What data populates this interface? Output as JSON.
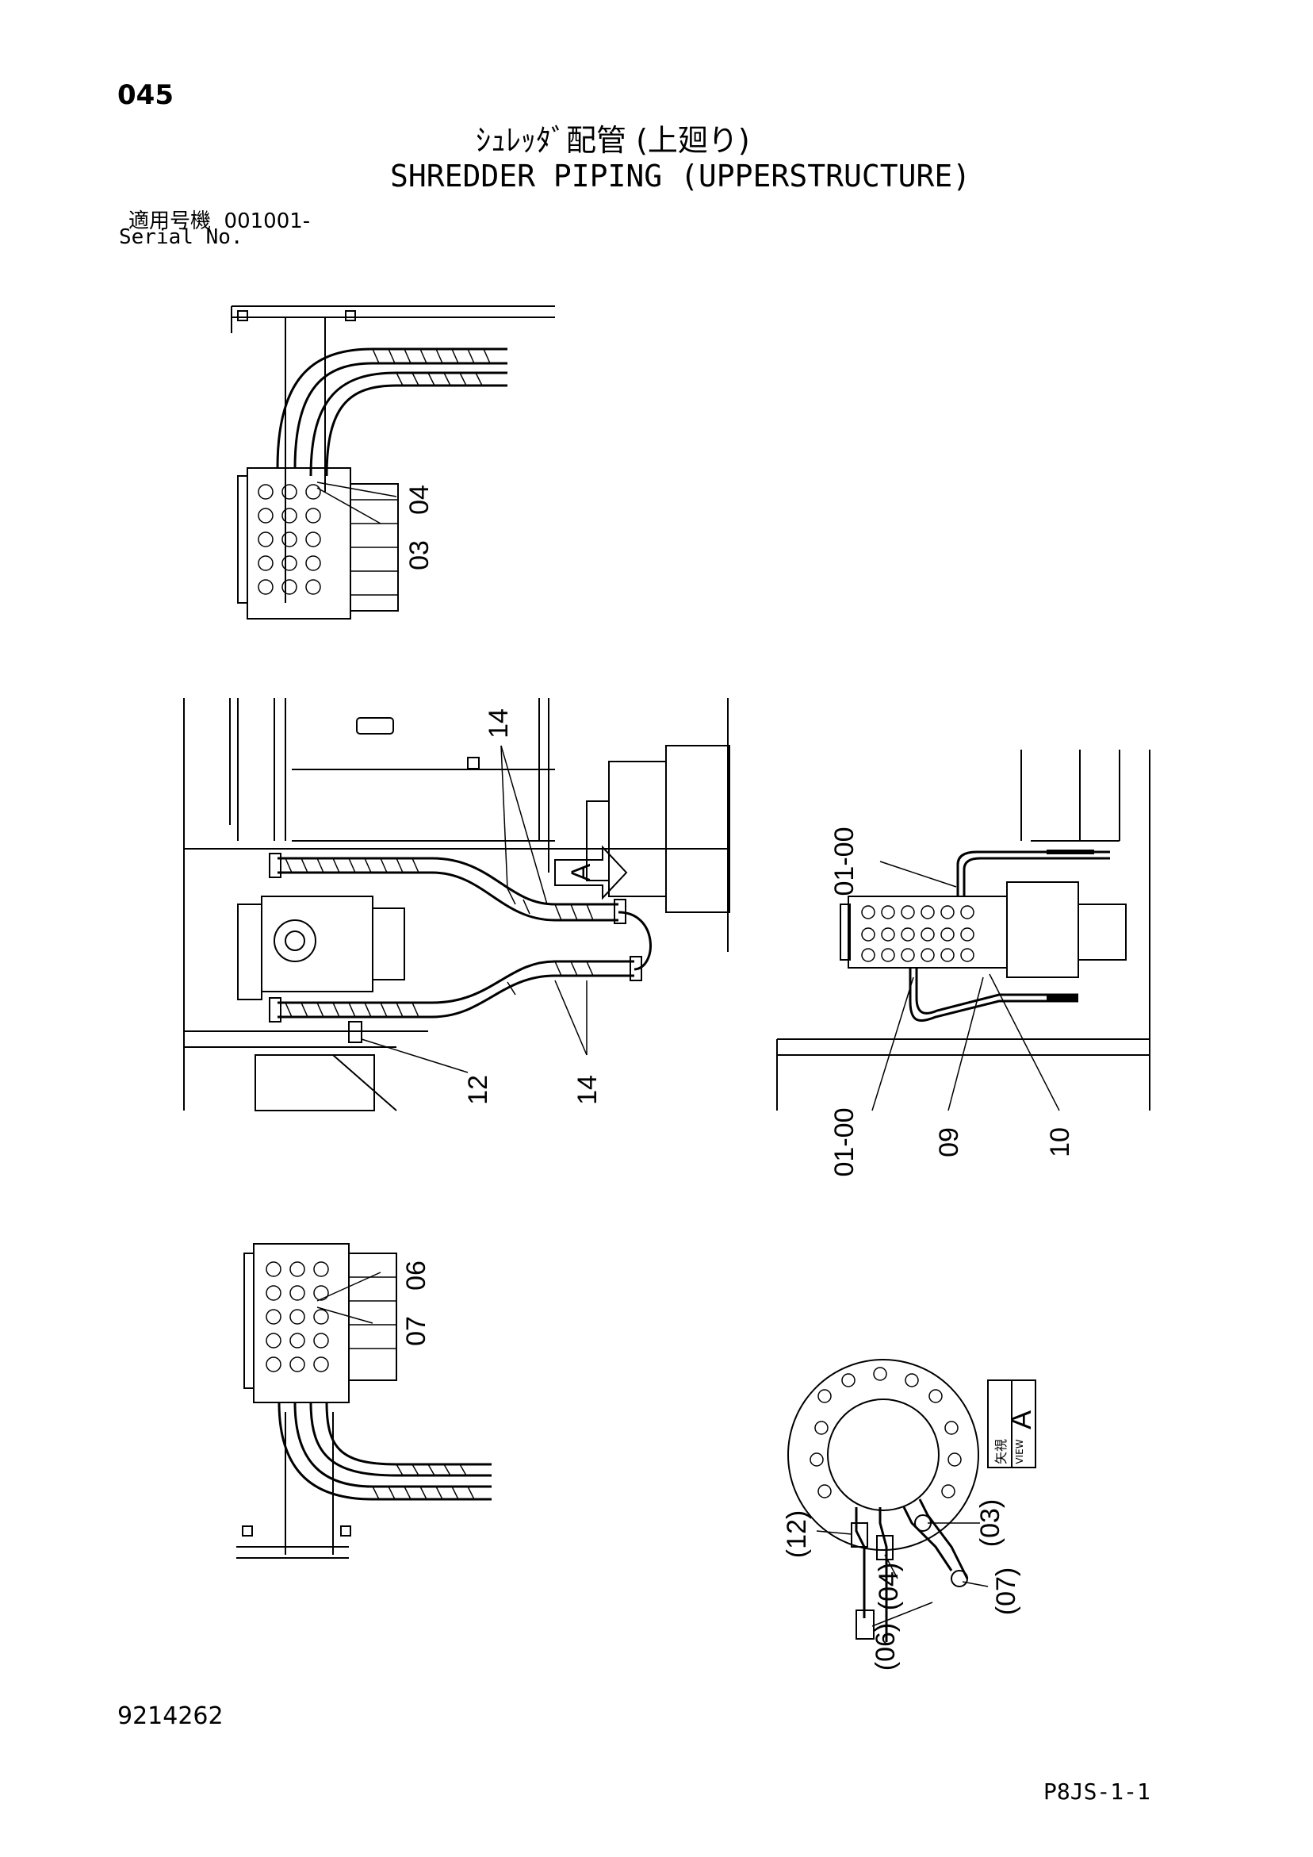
{
  "header": {
    "page_number": "045",
    "title_jp": "ｼｭﾚｯﾀﾞ配管 (上廻り)",
    "title_en": "SHREDDER PIPING (UPPERSTRUCTURE)",
    "serial_label_jp": "適用号機",
    "serial_value": "001001-",
    "serial_label_en": "Serial No."
  },
  "callouts": {
    "top_view": [
      "03",
      "04"
    ],
    "main_view": [
      "14",
      "12",
      "14"
    ],
    "right_view": [
      "01-00",
      "01-00",
      "09",
      "10"
    ],
    "bottom_view": [
      "06",
      "07"
    ],
    "view_a": [
      "(12)",
      "(04)",
      "(06)",
      "(03)",
      "(07)"
    ],
    "view_arrow": "A",
    "view_box_label": "A",
    "view_box_jp": "矢視",
    "view_box_en": "VIEW"
  },
  "footer": {
    "drawing_number": "9214262",
    "sheet_code": "P8JS-1-1"
  }
}
